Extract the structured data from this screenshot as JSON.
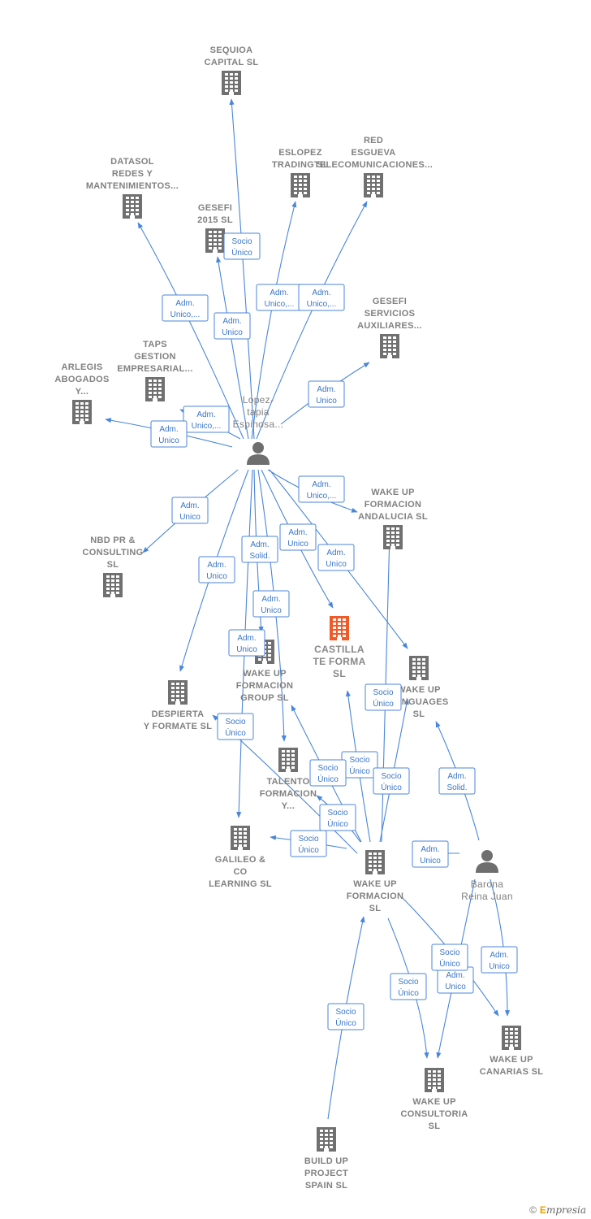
{
  "nodes": [
    {
      "id": "sequioa",
      "kind": "company",
      "label": [
        "SEQUIOA",
        "CAPITAL  SL"
      ]
    },
    {
      "id": "datasol",
      "kind": "company",
      "label": [
        "DATASOL",
        "REDES Y",
        "MANTENIMIENTOS..."
      ]
    },
    {
      "id": "eslopez",
      "kind": "company",
      "label": [
        "ESLOPEZ",
        "TRADING  SL"
      ]
    },
    {
      "id": "red",
      "kind": "company",
      "label": [
        "RED",
        "ESGUEVA",
        "TELECOMUNICACIONES..."
      ]
    },
    {
      "id": "gesefi2015",
      "kind": "company",
      "label": [
        "GESEFI",
        "2015  SL"
      ]
    },
    {
      "id": "gesefiserv",
      "kind": "company",
      "label": [
        "GESEFI",
        "SERVICIOS",
        "AUXILIARES..."
      ]
    },
    {
      "id": "taps",
      "kind": "company",
      "label": [
        "TAPS",
        "GESTION",
        "EMPRESARIAL..."
      ]
    },
    {
      "id": "arlegis",
      "kind": "company",
      "label": [
        "ARLEGIS",
        "ABOGADOS",
        "Y..."
      ]
    },
    {
      "id": "lopez",
      "kind": "person",
      "label": [
        "Lopez-",
        "tapia",
        "Espinosa..."
      ]
    },
    {
      "id": "nbd",
      "kind": "company",
      "label": [
        "NBD PR &",
        "CONSULTING",
        "SL"
      ]
    },
    {
      "id": "wuandalucia",
      "kind": "company",
      "label": [
        "WAKE UP",
        "FORMACION",
        "ANDALUCIA  SL"
      ]
    },
    {
      "id": "castilla",
      "kind": "focus",
      "label": [
        "CASTILLA",
        "TE FORMA",
        "SL"
      ]
    },
    {
      "id": "wugroup",
      "kind": "company",
      "label": [
        "WAKE UP",
        "FORMACION",
        "GROUP  SL"
      ]
    },
    {
      "id": "wulanguages",
      "kind": "company",
      "label": [
        "WAKE UP",
        "LANGUAGES",
        "SL"
      ]
    },
    {
      "id": "despierta",
      "kind": "company",
      "label": [
        "DESPIERTA",
        "Y FORMATE  SL"
      ]
    },
    {
      "id": "talento",
      "kind": "company",
      "label": [
        "TALENTO",
        "FORMACION",
        "Y..."
      ]
    },
    {
      "id": "galileo",
      "kind": "company",
      "label": [
        "GALILEO &",
        "CO",
        "LEARNING  SL"
      ]
    },
    {
      "id": "wuformacion",
      "kind": "company",
      "label": [
        "WAKE UP",
        "FORMACION",
        "SL"
      ]
    },
    {
      "id": "barona",
      "kind": "person",
      "label": [
        "Barona",
        "Reina Juan"
      ]
    },
    {
      "id": "wucanarias",
      "kind": "company",
      "label": [
        "WAKE UP",
        "CANARIAS  SL"
      ]
    },
    {
      "id": "wuconsultoria",
      "kind": "company",
      "label": [
        "WAKE UP",
        "CONSULTORIA",
        "SL"
      ]
    },
    {
      "id": "buildup",
      "kind": "company",
      "label": [
        "BUILD UP",
        "PROJECT",
        "SPAIN  SL"
      ]
    }
  ],
  "edges": [
    {
      "from": "lopez",
      "to": "sequioa",
      "label": [
        "Socio",
        "Único"
      ]
    },
    {
      "from": "lopez",
      "to": "datasol",
      "label": [
        "Adm.",
        "Unico,..."
      ]
    },
    {
      "from": "lopez",
      "to": "gesefi2015",
      "label": [
        "Adm.",
        "Unico"
      ]
    },
    {
      "from": "lopez",
      "to": "eslopez",
      "label": [
        "Adm.",
        "Unico,..."
      ]
    },
    {
      "from": "lopez",
      "to": "red",
      "label": [
        "Adm.",
        "Unico,..."
      ]
    },
    {
      "from": "lopez",
      "to": "gesefiserv",
      "label": [
        "Adm.",
        "Unico"
      ]
    },
    {
      "from": "lopez",
      "to": "taps",
      "label": [
        "Adm.",
        "Unico,..."
      ]
    },
    {
      "from": "lopez",
      "to": "arlegis",
      "label": [
        "Adm.",
        "Unico"
      ]
    },
    {
      "from": "lopez",
      "to": "nbd",
      "label": [
        "Adm.",
        "Unico"
      ]
    },
    {
      "from": "lopez",
      "to": "wuandalucia",
      "label": [
        "Adm.",
        "Unico,..."
      ]
    },
    {
      "from": "lopez",
      "to": "castilla",
      "label": [
        "Adm.",
        "Unico"
      ]
    },
    {
      "from": "lopez",
      "to": "wulanguages",
      "label": [
        "Adm.",
        "Unico"
      ]
    },
    {
      "from": "lopez",
      "to": "wugroup",
      "label": [
        "Adm.",
        "Solid."
      ]
    },
    {
      "from": "lopez",
      "to": "talento",
      "label": [
        "Adm.",
        "Unico"
      ]
    },
    {
      "from": "lopez",
      "to": "despierta",
      "label": [
        "Adm.",
        "Unico"
      ]
    },
    {
      "from": "lopez",
      "to": "galileo",
      "label": [
        "Adm.",
        "Unico"
      ]
    },
    {
      "from": "wuformacion",
      "to": "despierta",
      "label": [
        "Socio",
        "Único"
      ]
    },
    {
      "from": "wuformacion",
      "to": "wulanguages",
      "label": [
        "Socio",
        "Único"
      ]
    },
    {
      "from": "wuformacion",
      "to": "castilla",
      "label": [
        "Socio",
        "Único"
      ]
    },
    {
      "from": "wuformacion",
      "to": "wuandalucia",
      "label": [
        "Socio",
        "Único"
      ]
    },
    {
      "from": "wuformacion",
      "to": "wugroup",
      "label": [
        "Socio",
        "Único"
      ]
    },
    {
      "from": "wuformacion",
      "to": "talento",
      "label": [
        "Socio",
        "Único"
      ]
    },
    {
      "from": "wuformacion",
      "to": "galileo",
      "label": [
        "Socio",
        "Único"
      ]
    },
    {
      "from": "barona",
      "to": "wulanguages",
      "label": [
        "Adm.",
        "Solid."
      ]
    },
    {
      "from": "barona",
      "to": "wuformacion",
      "label": [
        "Adm.",
        "Unico"
      ]
    },
    {
      "from": "barona",
      "to": "wucanarias",
      "label": [
        "Adm.",
        "Unico"
      ]
    },
    {
      "from": "barona",
      "to": "wuconsultoria",
      "label": [
        "Adm.",
        "Unico"
      ]
    },
    {
      "from": "wuformacion",
      "to": "wucanarias",
      "label": [
        "Socio",
        "Único"
      ]
    },
    {
      "from": "wuformacion",
      "to": "wuconsultoria",
      "label": [
        "Socio",
        "Único"
      ]
    },
    {
      "from": "buildup",
      "to": "wuformacion",
      "label": [
        "Socio",
        "Único"
      ]
    }
  ],
  "footer": {
    "copyright": "©",
    "brand_e": "E",
    "brand_rest": "mpresia"
  }
}
